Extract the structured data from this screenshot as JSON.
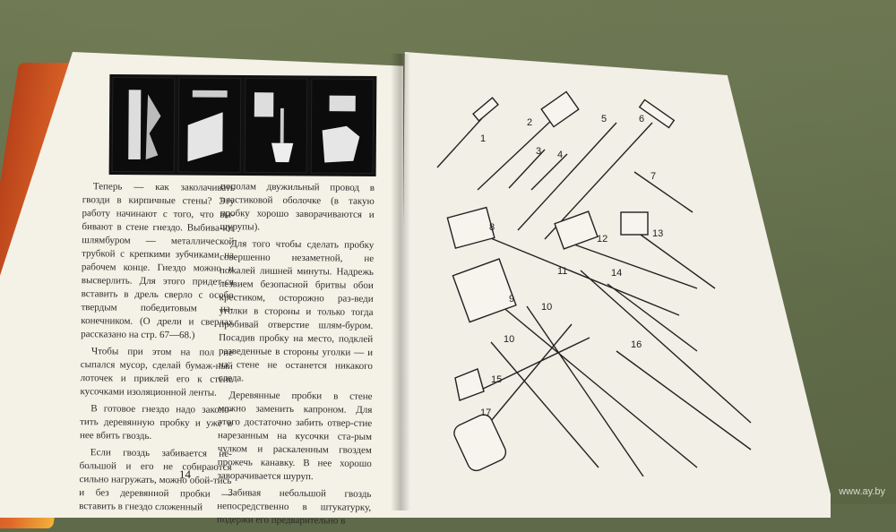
{
  "left_page": {
    "paragraphs_col1": [
      "Теперь — как заколачивать гвозди в кирпичные стены? Эту работу начинают с того, что вы-бивают в стене гнездо. Выбива-ют шлямбуром — металлической трубкой с крепкими зубчиками на рабочем конце. Гнездо можно и высверлить. Для этого придет-ся вставить в дрель сверло с особо твердым победитовым на-конечником. (О дрели и сверлах рассказано на стр. 67—68.)",
      "Чтобы при этом на пол не сыпался мусор, сделай бумаж-ный лоточек и приклей его к стене кусочками изоляционной ленты.",
      "В готовое гнездо надо заколо-тить деревянную пробку и уже в нее вбить гвоздь.",
      "Если гвоздь забивается не-большой и его не собираются сильно нагружать, можно обой-тись и без деревянной пробки — вставить в гнездо сложенный"
    ],
    "paragraphs_col2": [
      "пополам двужильный провод в пластиковой оболочке (в такую пробку хорошо заворачиваются и шурупы).",
      "Для того чтобы сделать пробку совершенно незаметной, не пожалей лишней минуты. Надрежь лезвием безопасной бритвы обои крестиком, осторожно раз-веди уголки в стороны и только тогда пробивай отверстие шлям-буром. Посадив пробку на место, подклей разведенные в стороны уголки — и на стене не останется никакого следа.",
      "Деревянные пробки в стене можно заменить капроном. Для этого достаточно забить отвер-стие нарезанным на кусочки ста-рым чулком и раскаленным гвоздем прожечь канавку. В нее хорошо заворачивается шуруп.",
      "Забивая небольшой гвоздь непосредственно в штукатурку, подержи его предварительно в"
    ],
    "page_number": "14"
  },
  "right_page": {
    "tool_labels": [
      "1",
      "2",
      "3",
      "4",
      "5",
      "6",
      "7",
      "8",
      "9",
      "10",
      "10",
      "11",
      "12",
      "13",
      "14",
      "15",
      "16",
      "17"
    ]
  },
  "watermark": "www.ay.by"
}
